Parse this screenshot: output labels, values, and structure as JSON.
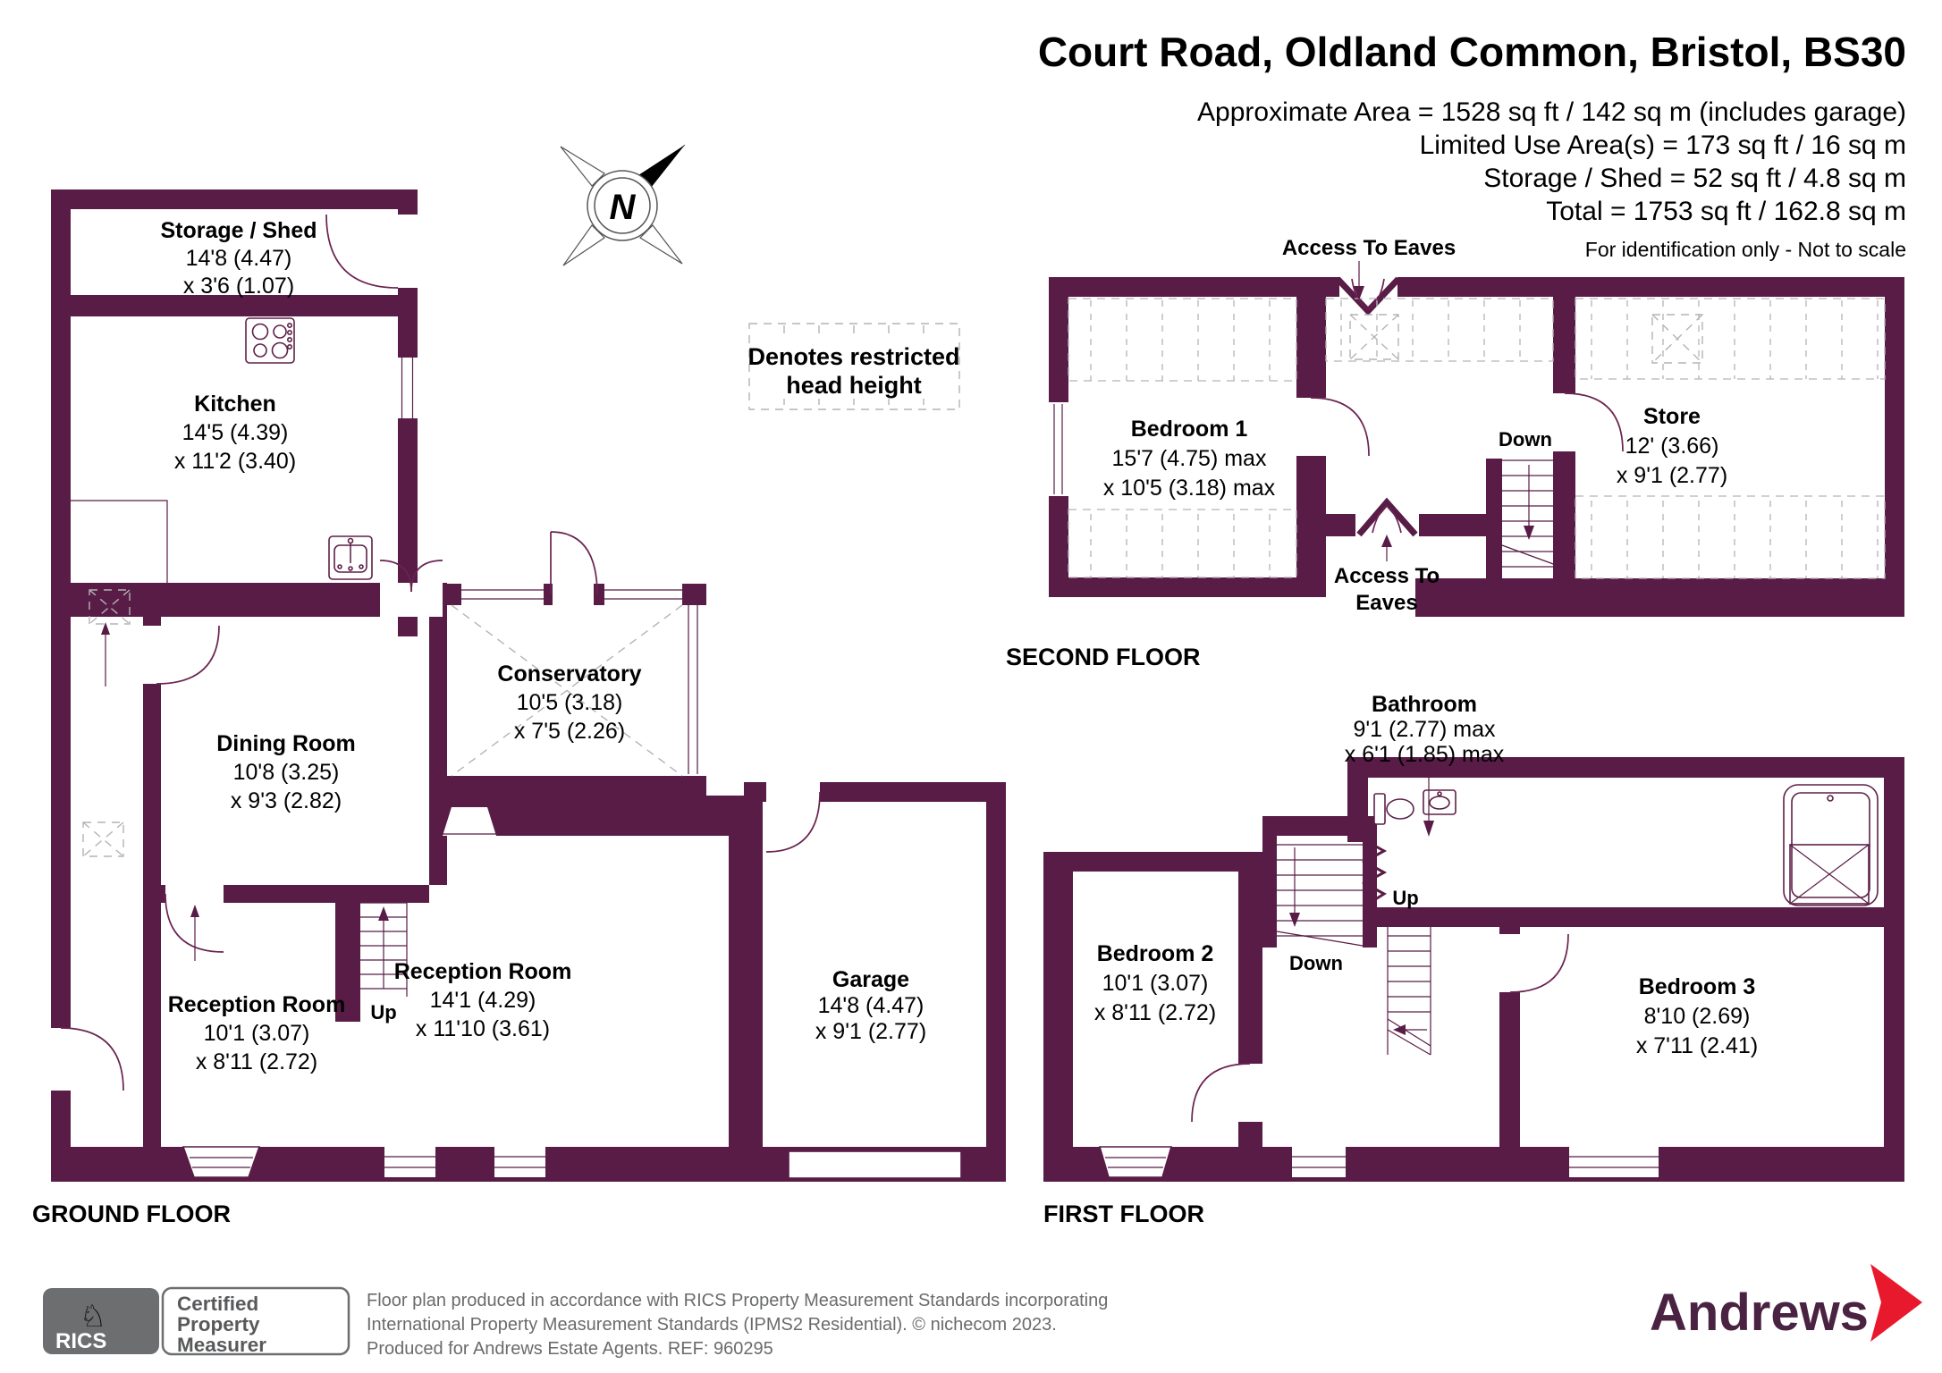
{
  "header": {
    "title": "Court Road, Oldland Common, Bristol, BS30",
    "area_line1": "Approximate Area = 1528 sq ft / 142 sq m (includes garage)",
    "area_line2": "Limited Use Area(s) = 173 sq ft / 16 sq m",
    "area_line3": "Storage / Shed = 52 sq ft / 4.8 sq m",
    "area_line4": "Total = 1753 sq ft / 162.8 sq m",
    "disclaimer": "For identification only - Not to scale"
  },
  "compass": {
    "label": "N"
  },
  "legend": {
    "line1": "Denotes restricted",
    "line2": "head height"
  },
  "ground": {
    "label": "GROUND FLOOR",
    "storage_name": "Storage / Shed",
    "storage_d1": "14'8 (4.47)",
    "storage_d2": "x 3'6 (1.07)",
    "kitchen_name": "Kitchen",
    "kitchen_d1": "14'5 (4.39)",
    "kitchen_d2": "x 11'2 (3.40)",
    "dining_name": "Dining Room",
    "dining_d1": "10'8 (3.25)",
    "dining_d2": "x 9'3 (2.82)",
    "conservatory_name": "Conservatory",
    "conservatory_d1": "10'5 (3.18)",
    "conservatory_d2": "x 7'5 (2.26)",
    "reception1_name": "Reception Room",
    "reception1_d1": "10'1 (3.07)",
    "reception1_d2": "x 8'11 (2.72)",
    "reception2_name": "Reception Room",
    "reception2_d1": "14'1 (4.29)",
    "reception2_d2": "x 11'10 (3.61)",
    "garage_name": "Garage",
    "garage_d1": "14'8 (4.47)",
    "garage_d2": "x 9'1 (2.77)",
    "up": "Up"
  },
  "second": {
    "label": "SECOND FLOOR",
    "bedroom1_name": "Bedroom 1",
    "bedroom1_d1": "15'7 (4.75) max",
    "bedroom1_d2": "x 10'5 (3.18) max",
    "store_name": "Store",
    "store_d1": "12' (3.66)",
    "store_d2": "x 9'1 (2.77)",
    "eaves_top": "Access To Eaves",
    "eaves_mid1": "Access To",
    "eaves_mid2": "Eaves",
    "down": "Down"
  },
  "first": {
    "label": "FIRST FLOOR",
    "bedroom2_name": "Bedroom 2",
    "bedroom2_d1": "10'1 (3.07)",
    "bedroom2_d2": "x 8'11 (2.72)",
    "bedroom3_name": "Bedroom 3",
    "bedroom3_d1": "8'10 (2.69)",
    "bedroom3_d2": "x 7'11 (2.41)",
    "bathroom_name": "Bathroom",
    "bathroom_d1": "9'1 (2.77) max",
    "bathroom_d2": "x 6'1 (1.85) max",
    "up": "Up",
    "down": "Down"
  },
  "footer": {
    "rics_brand": "RICS",
    "rics_emblem": "♘",
    "cert1": "Certified",
    "cert2": "Property",
    "cert3": "Measurer",
    "line1": "Floor plan produced in accordance with RICS Property Measurement Standards incorporating",
    "line2": "International Property Measurement Standards (IPMS2 Residential).  © nichecom 2023.",
    "line3": "Produced for Andrews Estate Agents.   REF:   960295",
    "brand": "Andrews"
  },
  "colors": {
    "wall": "#581c46",
    "accent_red": "#e8192c",
    "gray": "#6d6e70"
  }
}
